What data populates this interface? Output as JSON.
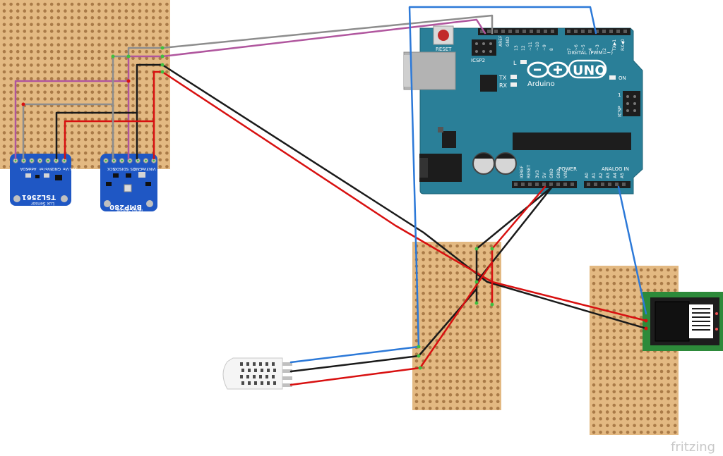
{
  "colors": {
    "perfboard": "#e3b982",
    "perfboard_edge": "#d2a468",
    "hole": "#a97a47",
    "arduino": "#2a7f98",
    "arduino_dark": "#1f6478",
    "breakout": "#1f57c4",
    "wire_red": "#d81010",
    "wire_black": "#1a1a1a",
    "wire_blue": "#2c79d8",
    "wire_grey": "#8d8d8d",
    "wire_magenta": "#b0569e",
    "rj45_pcb": "#2d8a3a",
    "dht_body": "#f5f5f5"
  },
  "arduino": {
    "reset_label": "RESET",
    "icsp2_label": "ICSP2",
    "icsp_label": "ICSP",
    "aref_label": "AREF",
    "gnd_label": "GND",
    "digital_label": "DIGITAL (PWM=~)",
    "digital_pins": [
      "13",
      "12",
      "~11",
      "~10",
      "~9",
      "8",
      "7",
      "~6",
      "~5",
      "4",
      "~3",
      "2",
      "TX▶1",
      "RX◀0"
    ],
    "l_label": "L",
    "tx_label": "TX",
    "rx_label": "RX",
    "brand": "Arduino",
    "model": "UNO",
    "on_label": "ON",
    "power_label": "POWER",
    "analog_label": "ANALOG IN",
    "power_pins": [
      "IOREF",
      "RESET",
      "3V3",
      "5V",
      "GND",
      "GND",
      "VIN"
    ],
    "analog_pins": [
      "A0",
      "A1",
      "A2",
      "A3",
      "A4",
      "A5"
    ],
    "one_label": "1"
  },
  "tsl2561": {
    "name": "TSL2561",
    "desc": "Lux Sensor",
    "pins": [
      "SDA",
      "Addr",
      "Int",
      "3Vo",
      "GND",
      "Vin",
      "SCL"
    ]
  },
  "bmp280": {
    "name": "BMP280",
    "desc1": "Pressure &",
    "desc2": "Temp Sensor",
    "pins": [
      "SCK",
      "SDO",
      "SDI",
      "CS",
      "GND",
      "3Vo",
      "VIN"
    ]
  },
  "watermark": "fritzing"
}
